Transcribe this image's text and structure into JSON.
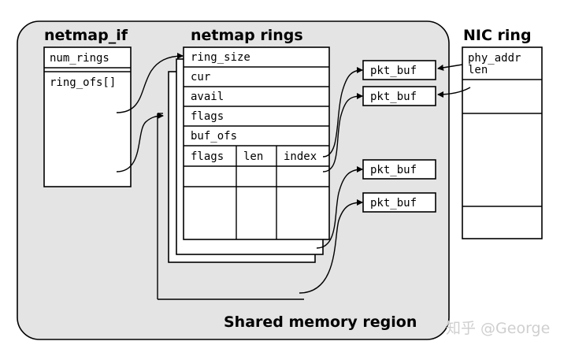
{
  "labels": {
    "netmap_if_title": "netmap_if",
    "netmap_rings_title": "netmap rings",
    "nic_ring_title": "NIC ring",
    "shared_memory": "Shared memory region",
    "watermark": "知乎 @George"
  },
  "netmap_if": {
    "fields": [
      "num_rings",
      "ring_ofs[]"
    ]
  },
  "netmap_ring": {
    "fields": [
      "ring_size",
      "cur",
      "avail",
      "flags",
      "buf_ofs"
    ],
    "slot_columns": [
      "flags",
      "len",
      "index"
    ]
  },
  "pkt_bufs": [
    "pkt_buf",
    "pkt_buf",
    "pkt_buf",
    "pkt_buf"
  ],
  "nic_ring": {
    "fields": [
      "phy_addr",
      "len"
    ]
  },
  "colors": {
    "region_fill": "#e4e4e4",
    "stroke": "#000000",
    "box_fill": "#ffffff",
    "watermark": "#cfcfcf"
  }
}
